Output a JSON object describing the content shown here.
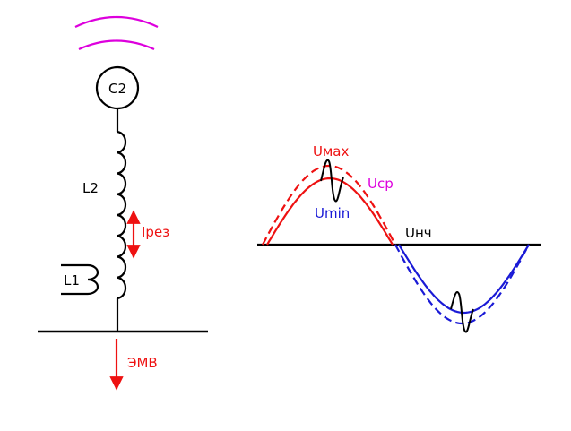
{
  "colors": {
    "black": "#000000",
    "red": "#ee1111",
    "blue": "#1a1ad6",
    "magenta": "#dd00dd"
  },
  "circuit": {
    "capacitor_label": "C2",
    "coil_label": "L2",
    "pickup_coil_label": "L1",
    "current_label": "Iрез",
    "emission_label": "ЭМВ"
  },
  "waveform": {
    "u_max_label": "Uмах",
    "u_min_label": "Umin",
    "u_avg_label": "Uср",
    "u_lf_label": "Uнч"
  }
}
